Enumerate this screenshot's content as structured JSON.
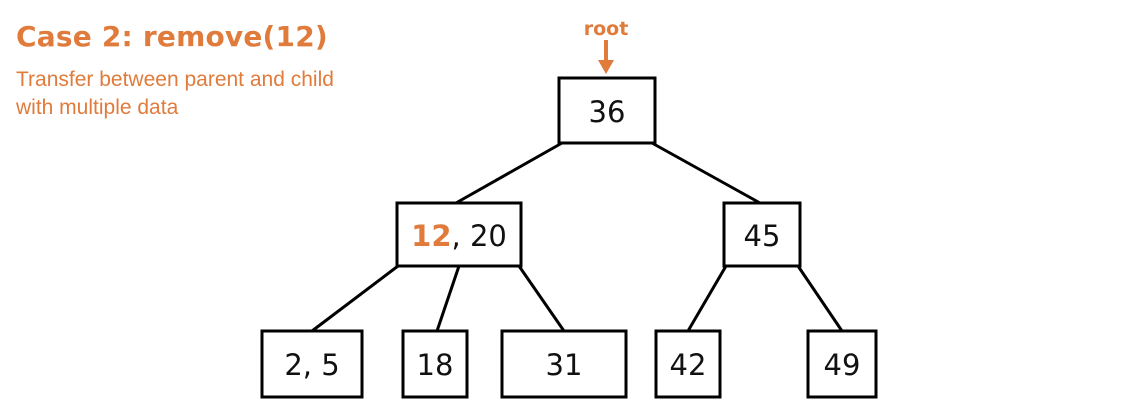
{
  "header": {
    "title": "Case 2: remove(12)",
    "subtitle_line1": "Transfer between parent and child",
    "subtitle_line2": "with multiple data"
  },
  "pointer": {
    "label": "root",
    "color": "#e07b3c"
  },
  "colors": {
    "accent": "#e07b3c",
    "stroke": "#000000"
  },
  "tree": {
    "root": {
      "keys": [
        "36"
      ]
    },
    "left": {
      "keys": [
        "12",
        "20"
      ],
      "highlight": "12"
    },
    "right": {
      "keys": [
        "45"
      ]
    },
    "leaves": [
      {
        "keys": [
          "2",
          "5"
        ]
      },
      {
        "keys": [
          "18"
        ]
      },
      {
        "keys": [
          "31"
        ]
      },
      {
        "keys": [
          "42"
        ]
      },
      {
        "keys": [
          "49"
        ]
      }
    ]
  }
}
